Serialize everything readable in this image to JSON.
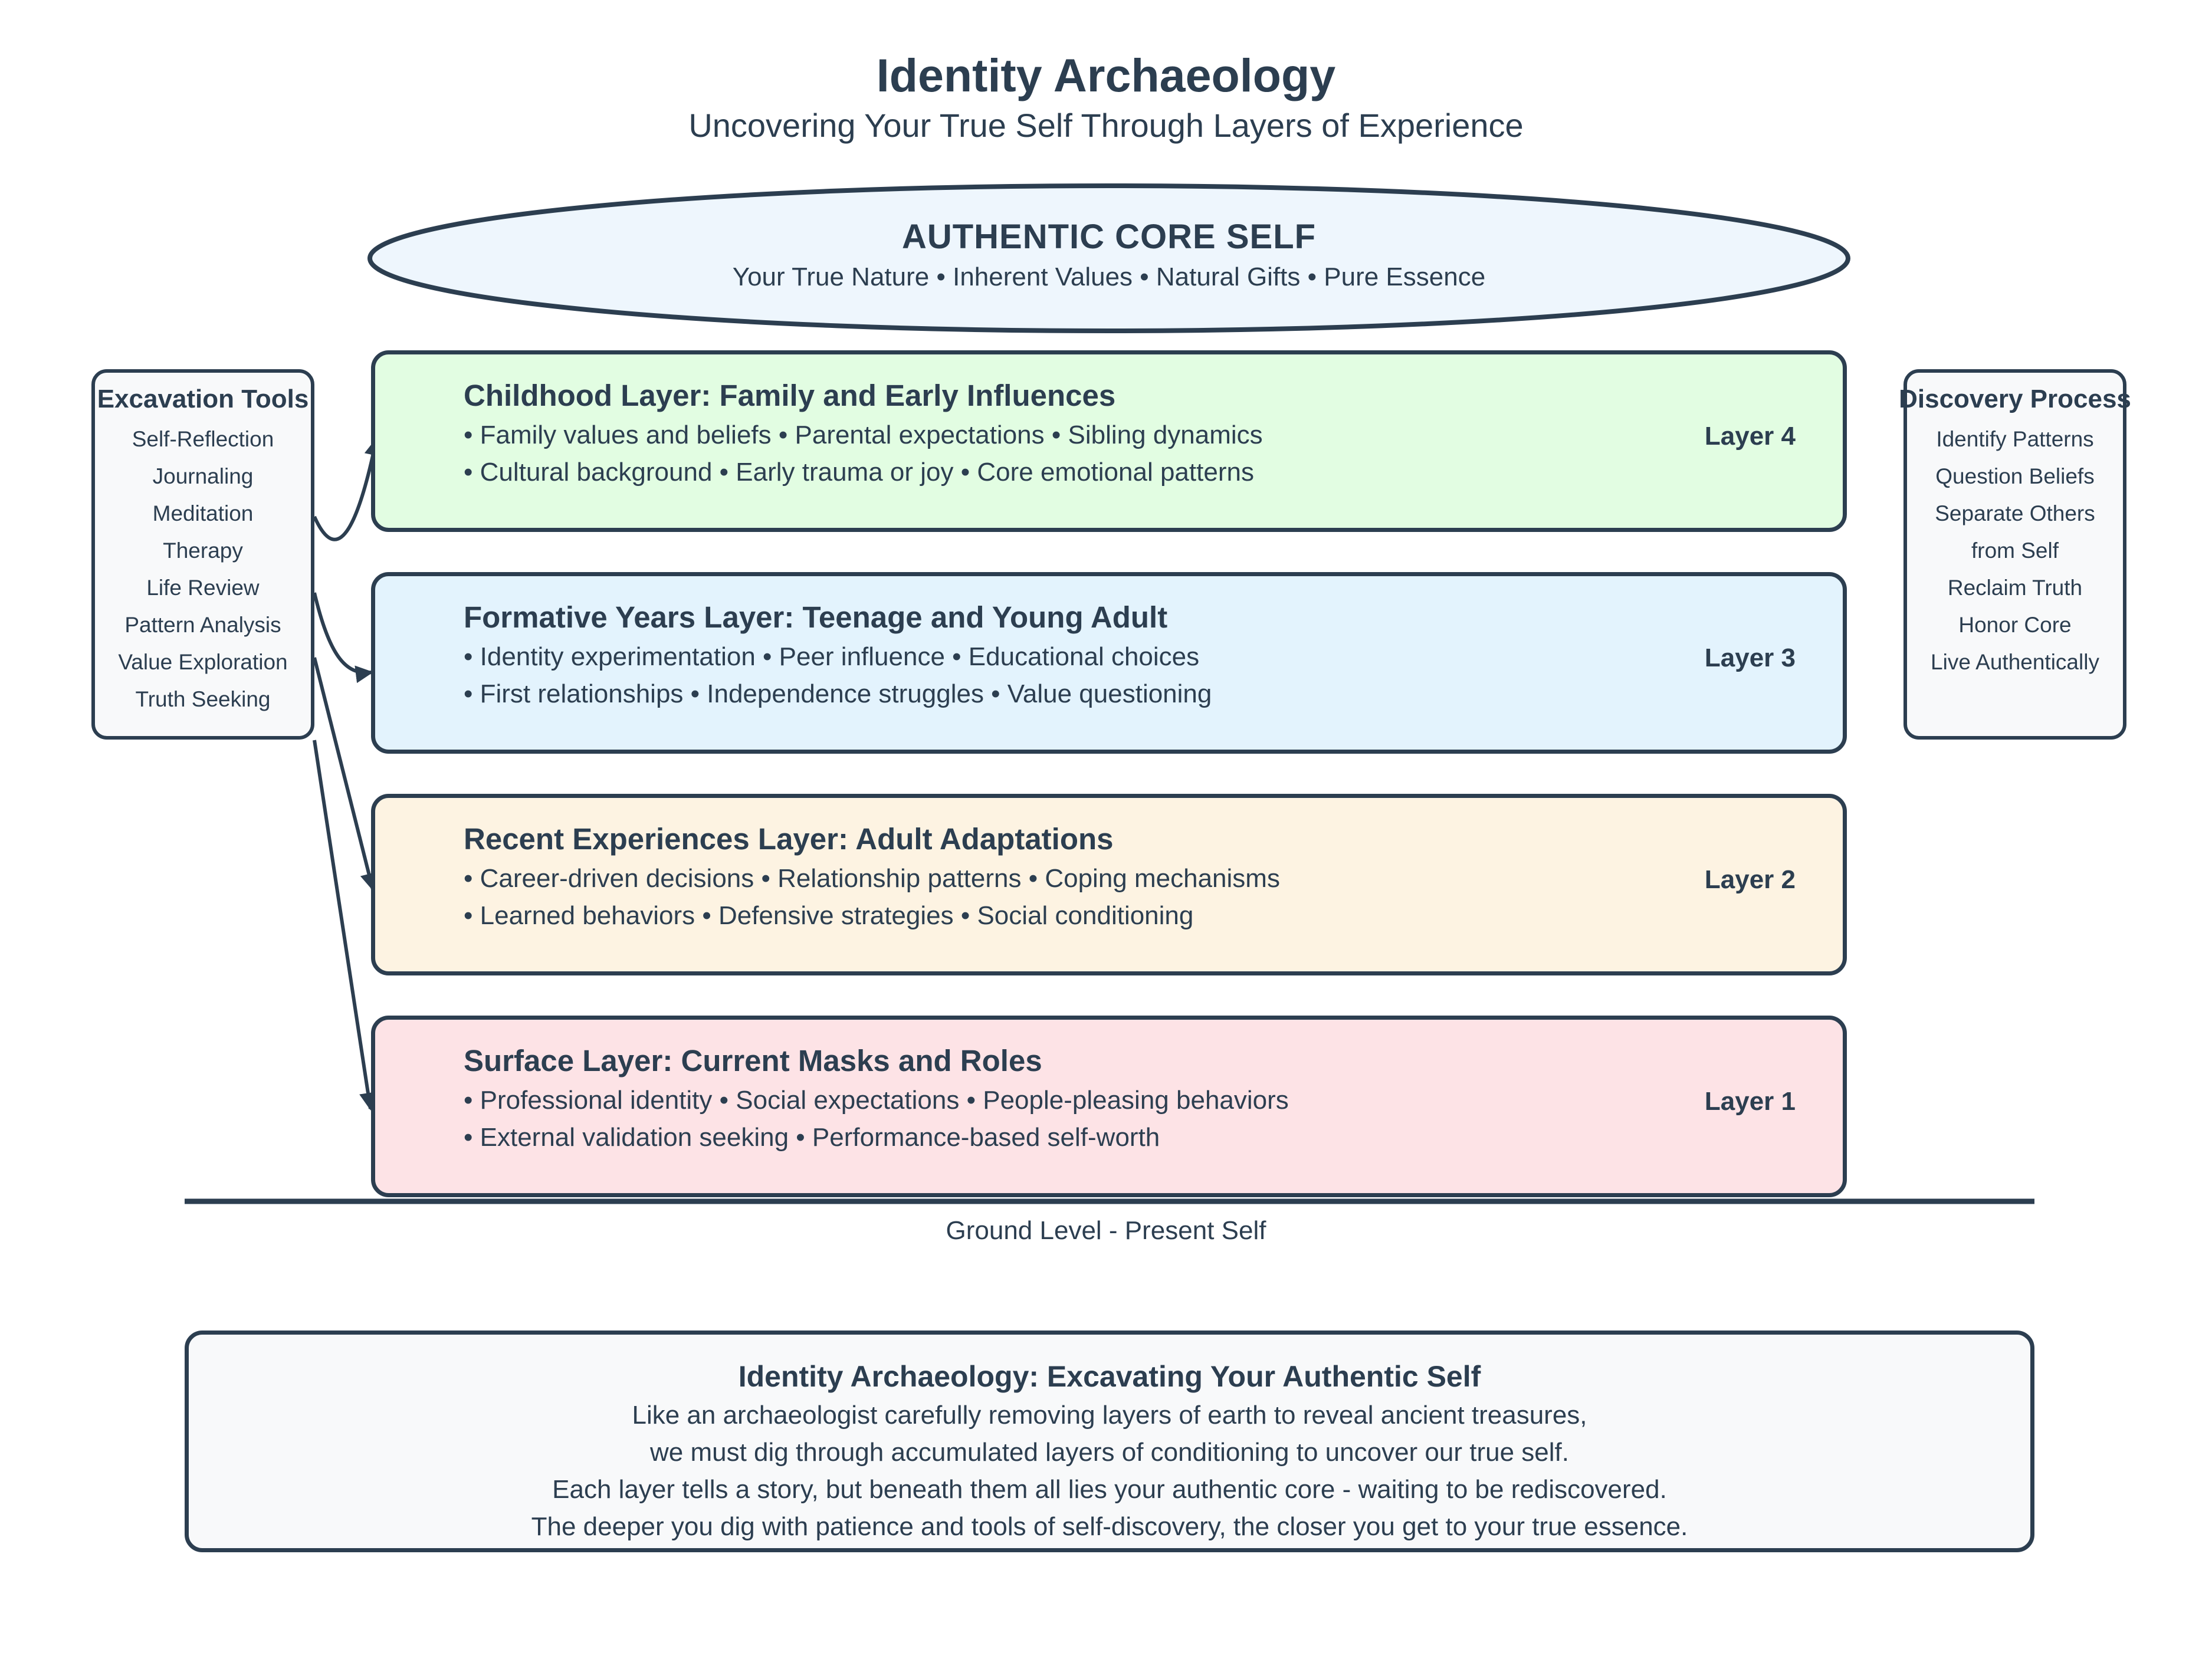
{
  "header": {
    "title": "Identity Archaeology",
    "subtitle": "Uncovering Your True Self Through Layers of Experience"
  },
  "core": {
    "heading": "AUTHENTIC CORE SELF",
    "description": "Your True Nature • Inherent Values • Natural Gifts • Pure Essence",
    "fill": "#eef6fd"
  },
  "layers": [
    {
      "title": "Childhood Layer: Family and Early Influences",
      "line1": "• Family values and beliefs • Parental expectations • Sibling dynamics",
      "line2": "• Cultural background • Early trauma or joy • Core emotional patterns",
      "number": "Layer 4",
      "fill": "#e2fde2"
    },
    {
      "title": "Formative Years Layer: Teenage and Young Adult",
      "line1": "• Identity experimentation • Peer influence • Educational choices",
      "line2": "• First relationships • Independence struggles • Value questioning",
      "number": "Layer 3",
      "fill": "#e3f3fd"
    },
    {
      "title": "Recent Experiences Layer: Adult Adaptations",
      "line1": "• Career-driven decisions • Relationship patterns • Coping mechanisms",
      "line2": "• Learned behaviors • Defensive strategies • Social conditioning",
      "number": "Layer 2",
      "fill": "#fdf3e2"
    },
    {
      "title": "Surface Layer: Current Masks and Roles",
      "line1": "• Professional identity • Social expectations • People-pleasing behaviors",
      "line2": "• External validation seeking • Performance-based self-worth",
      "number": "Layer 1",
      "fill": "#fde3e6"
    }
  ],
  "tools": {
    "title": "Excavation Tools",
    "items": [
      "Self-Reflection",
      "Journaling",
      "Meditation",
      "Therapy",
      "Life Review",
      "Pattern Analysis",
      "Value Exploration",
      "Truth Seeking"
    ]
  },
  "process": {
    "title": "Discovery Process",
    "items": [
      "Identify Patterns",
      "Question Beliefs",
      "Separate Others",
      "from Self",
      "Reclaim Truth",
      "Honor Core",
      "Live Authentically"
    ]
  },
  "ground": {
    "label": "Ground Level - Present Self"
  },
  "summary": {
    "title": "Identity Archaeology: Excavating Your Authentic Self",
    "lines": [
      "Like an archaeologist carefully removing layers of earth to reveal ancient treasures,",
      "we must dig through accumulated layers of conditioning to uncover our true self.",
      "Each layer tells a story, but beneath them all lies your authentic core - waiting to be rediscovered.",
      "The deeper you dig with patience and tools of self-discovery, the closer you get to your true essence."
    ]
  },
  "colors": {
    "stroke": "#2c3e50",
    "text": "#2c3e50",
    "panel": "#f8f9fa"
  }
}
